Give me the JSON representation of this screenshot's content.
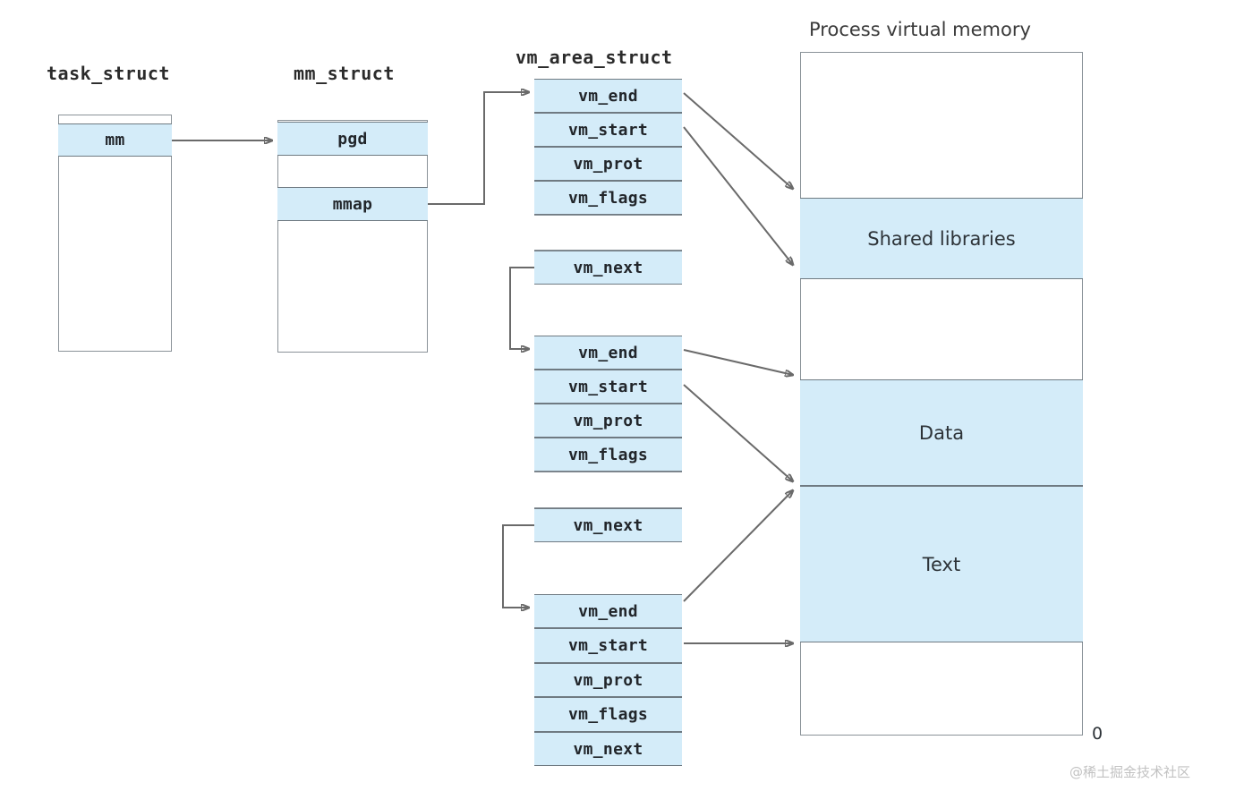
{
  "diagram": {
    "title_task_struct": "task_struct",
    "title_mm_struct": "mm_struct",
    "title_vm_area_struct": "vm_area_struct",
    "title_process_memory": "Process virtual memory",
    "zero_label": "0",
    "watermark": "@稀土掘金技术社区",
    "colors": {
      "highlight_fill": "#d4ecf9",
      "border": "#8a9298",
      "row_border": "#6f7a82",
      "wire": "#6a6a6a",
      "text": "#22262b"
    }
  },
  "task_struct": {
    "name": "task_struct",
    "fields": [
      {
        "label": "mm",
        "highlighted": true
      }
    ]
  },
  "mm_struct": {
    "name": "mm_struct",
    "fields": [
      {
        "label": "pgd",
        "highlighted": true
      },
      {
        "label": "mmap",
        "highlighted": true
      }
    ]
  },
  "vm_area_structs": [
    {
      "index": 1,
      "rows": [
        "vm_end",
        "vm_start",
        "vm_prot",
        "vm_flags",
        "",
        "vm_next"
      ]
    },
    {
      "index": 2,
      "rows": [
        "vm_end",
        "vm_start",
        "vm_prot",
        "vm_flags",
        "",
        "vm_next"
      ]
    },
    {
      "index": 3,
      "rows": [
        "vm_end",
        "vm_start",
        "vm_prot",
        "vm_flags",
        "vm_next"
      ]
    }
  ],
  "process_memory": {
    "title": "Process virtual memory",
    "regions": [
      {
        "label": "",
        "filled": false
      },
      {
        "label": "Shared libraries",
        "filled": true
      },
      {
        "label": "",
        "filled": false
      },
      {
        "label": "Data",
        "filled": true
      },
      {
        "label": "Text",
        "filled": true
      },
      {
        "label": "",
        "filled": false
      }
    ]
  }
}
